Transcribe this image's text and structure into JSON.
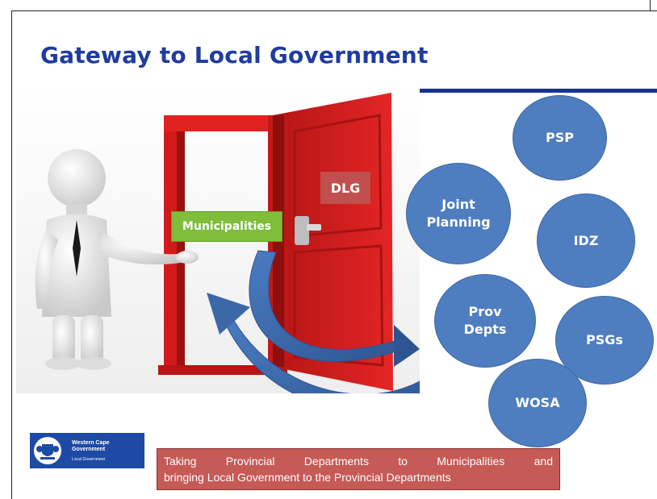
{
  "slide": {
    "title": "Gateway to Local Government",
    "door_tag": "DLG",
    "hand_tag": "Municipalities",
    "bubbles": {
      "psp": "PSP",
      "joint_planning": [
        "Joint",
        "Planning"
      ],
      "idz": "IDZ",
      "prov_depts": [
        "Prov",
        "Depts"
      ],
      "psgs": "PSGs",
      "wosa": "WOSA"
    },
    "caption": {
      "line1": "Taking Provincial Departments to Municipalities and",
      "line2": "bringing Local Government to the Provincial Departments"
    },
    "logo": {
      "name": "Western Cape Government",
      "line1": "Western Cape",
      "line2": "Government",
      "subtitle": "Local Government"
    }
  },
  "colors": {
    "title": "#1f3c9e",
    "rule": "#16319a",
    "door": "#d81c1c",
    "bubble": "#4f7ec0",
    "arrow": "#3f6ba8",
    "green_tag": "#7fbd3a",
    "red_tag": "#c0504d",
    "caption_bg": "#c55a57"
  }
}
